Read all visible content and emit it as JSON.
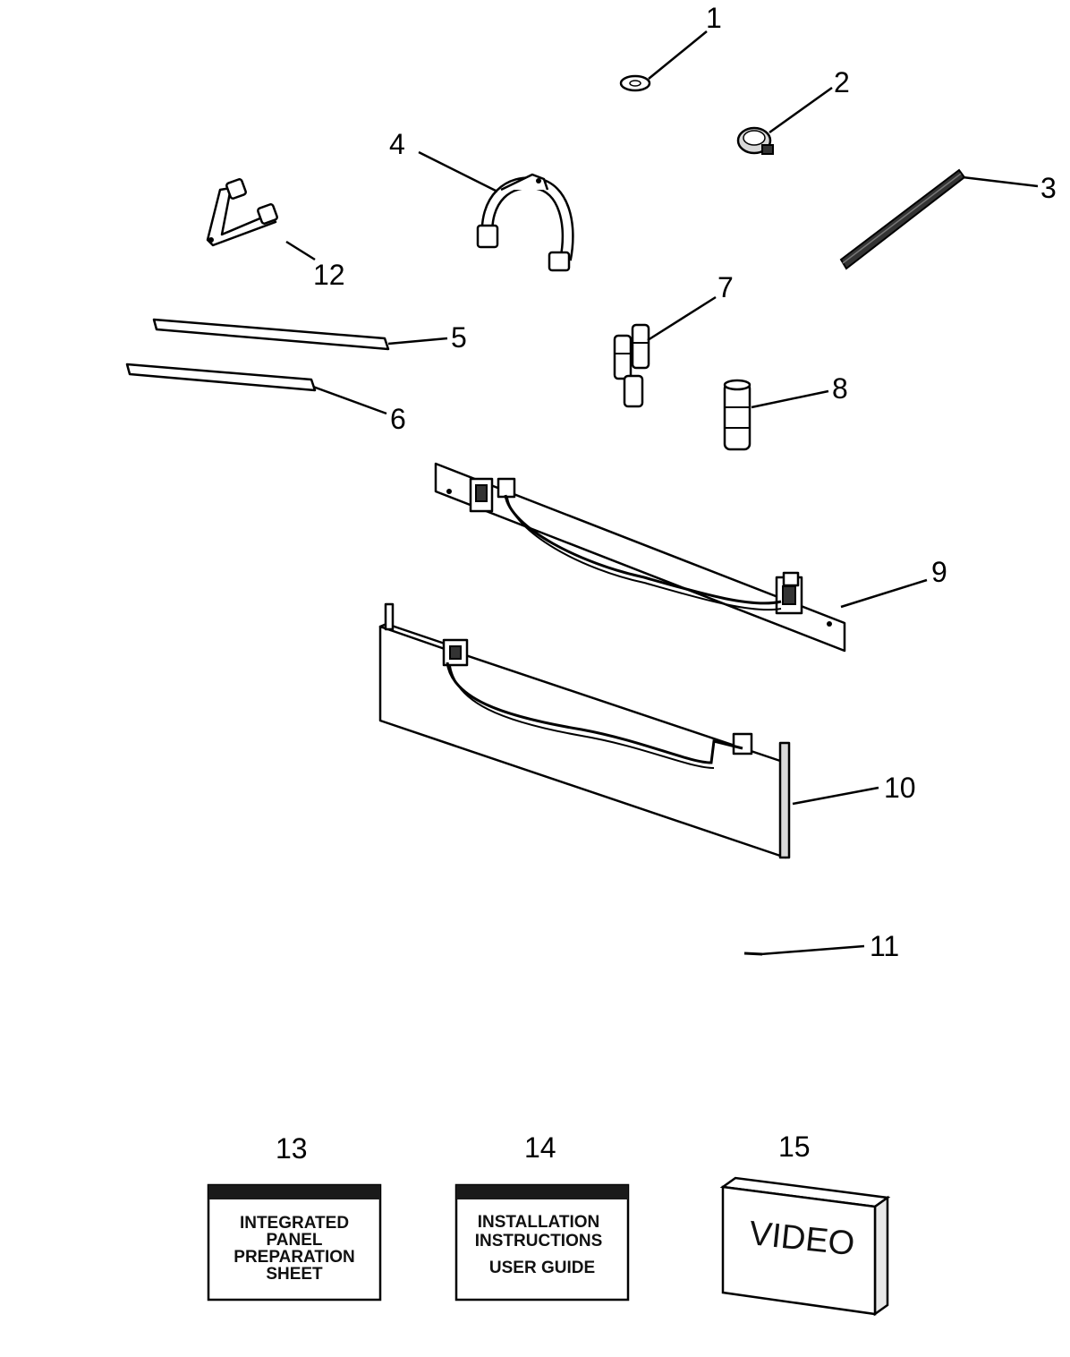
{
  "callouts": {
    "c1": "1",
    "c2": "2",
    "c3": "3",
    "c4": "4",
    "c5": "5",
    "c6": "6",
    "c7": "7",
    "c8": "8",
    "c9": "9",
    "c10": "10",
    "c11": "11",
    "c12": "12",
    "c13": "13",
    "c14": "14",
    "c15": "15"
  },
  "documents": {
    "sheet_13": {
      "lines": [
        "INTEGRATED",
        "PANEL",
        "PREPARATION",
        "SHEET"
      ]
    },
    "sheet_14": {
      "lines": [
        "INSTALLATION",
        "INSTRUCTIONS",
        "USER GUIDE"
      ]
    },
    "box_15": {
      "label": "VIDEO"
    }
  },
  "colors": {
    "ink": "#000000",
    "paper": "#ffffff",
    "doc_header": "#1a1a1a"
  }
}
